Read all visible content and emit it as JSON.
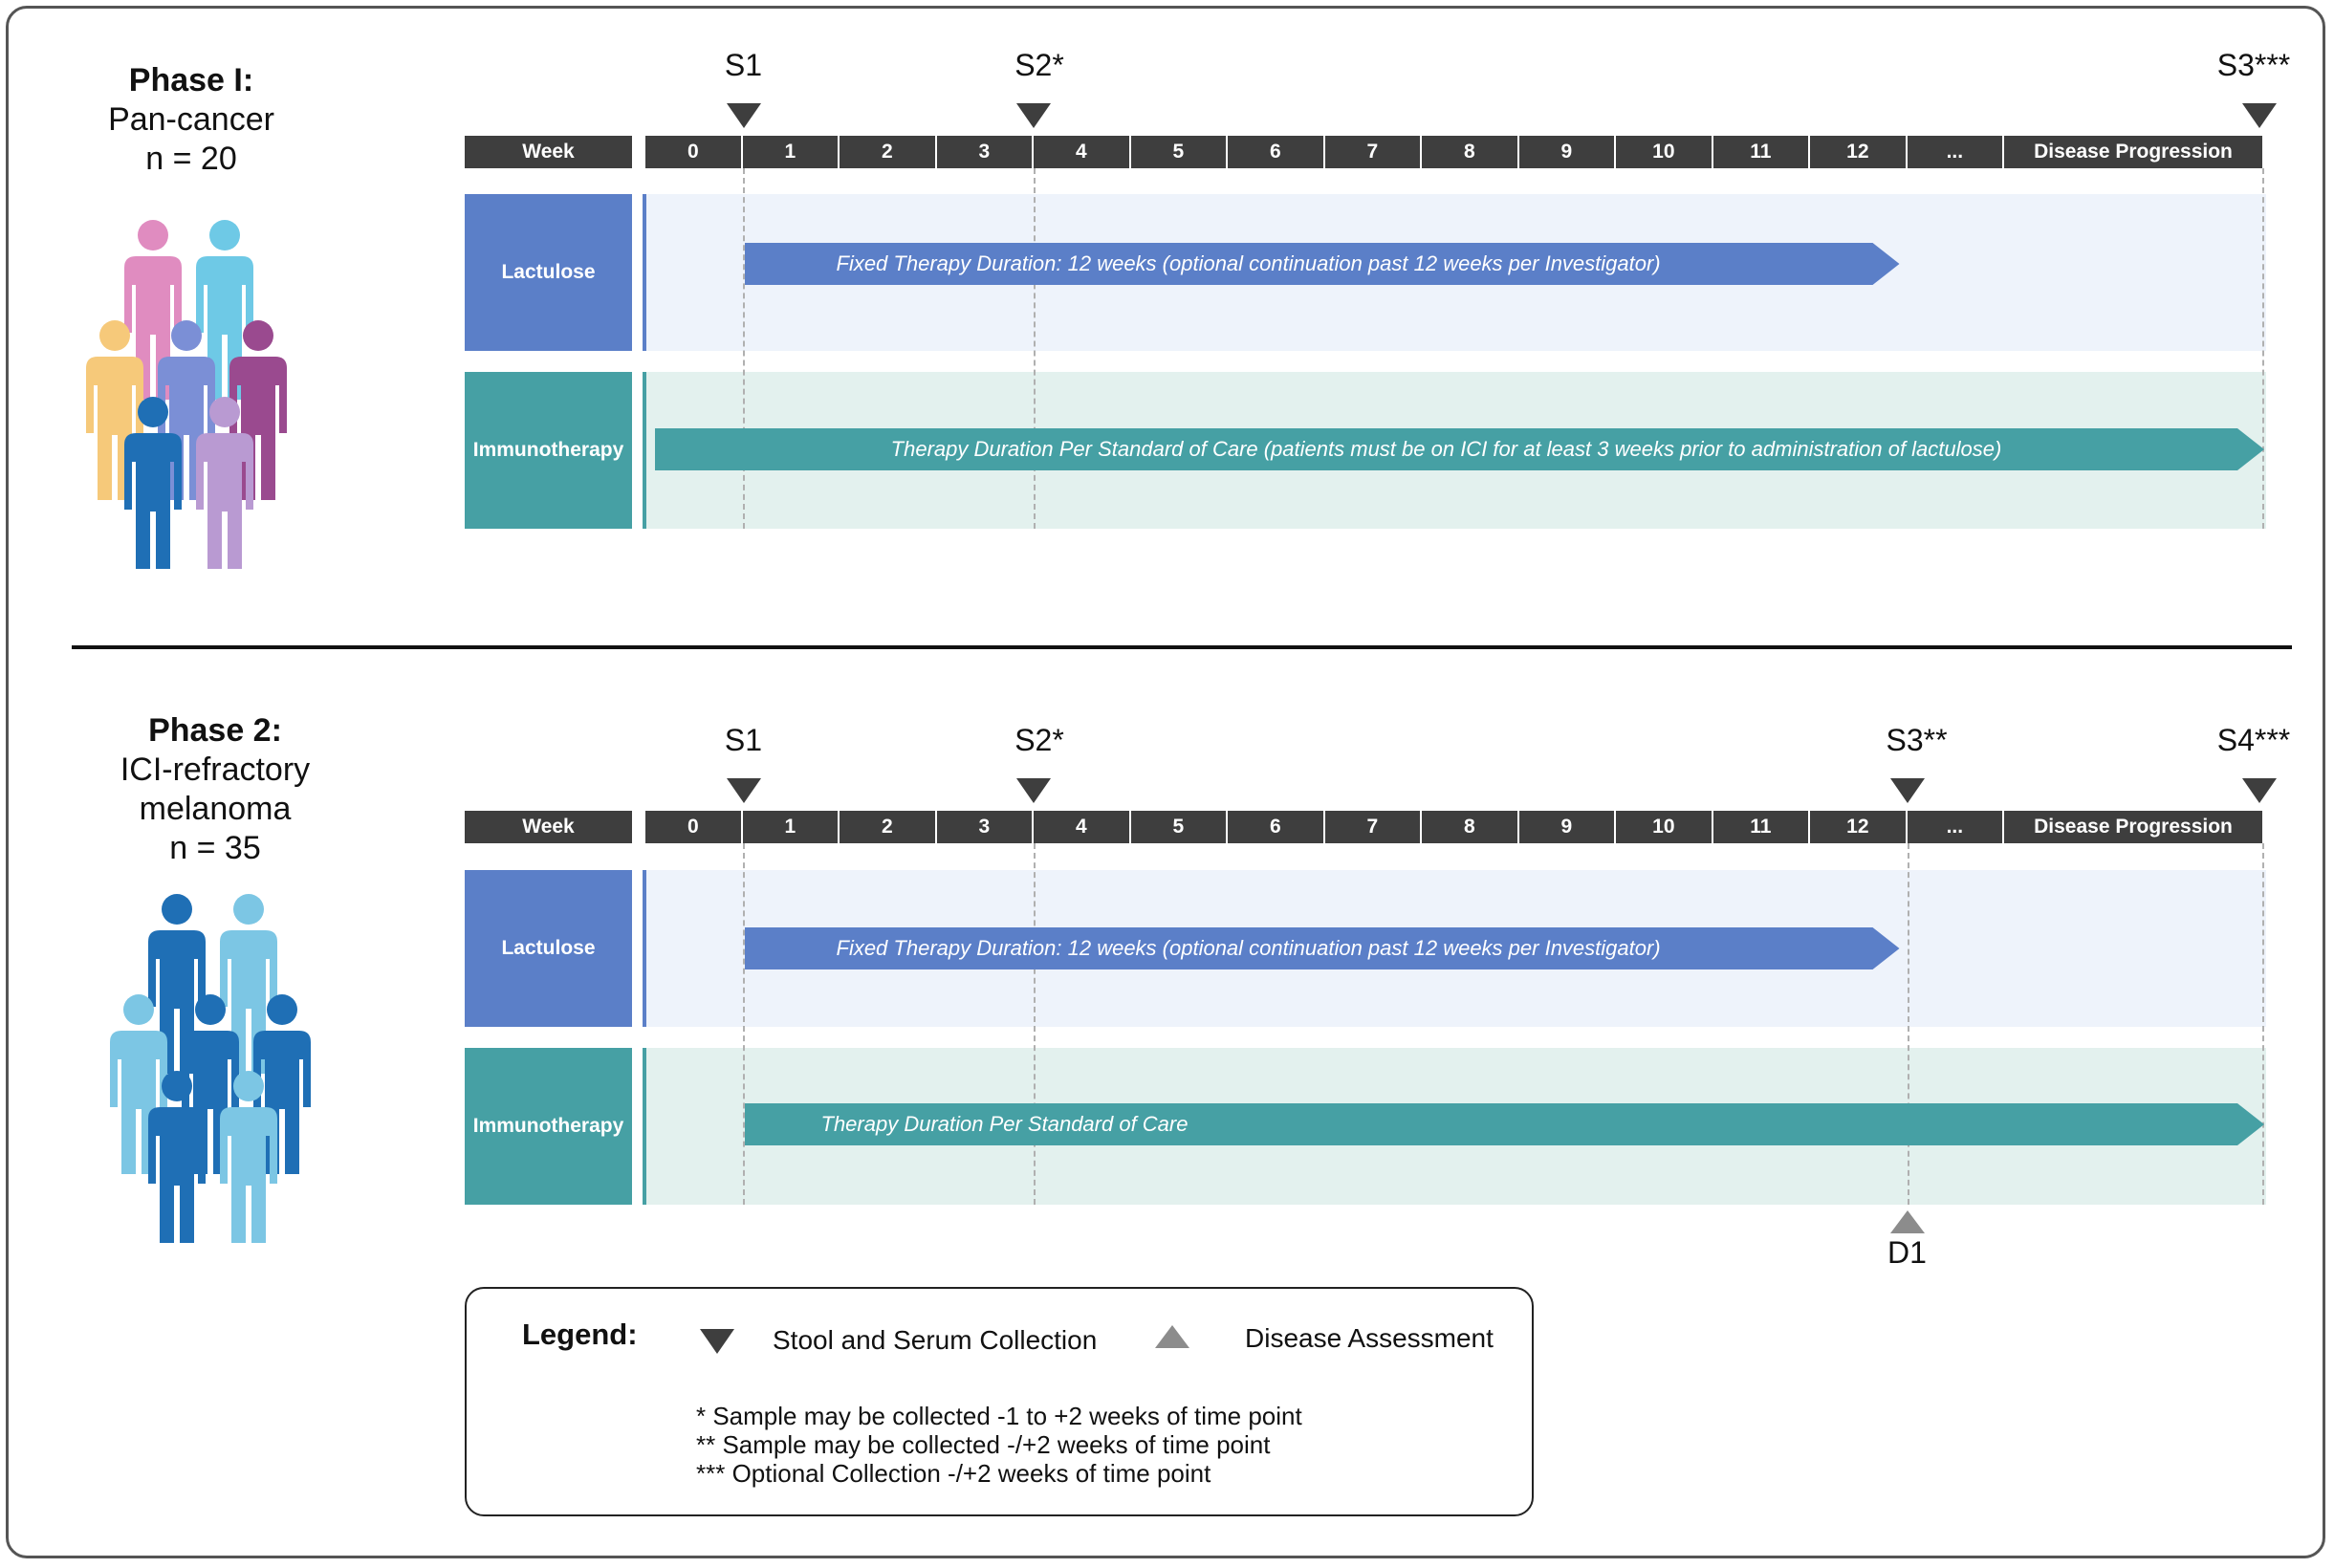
{
  "phase1": {
    "title": "Phase I:",
    "subtitle_lines": [
      "Pan-cancer",
      "n = 20"
    ],
    "markers": [
      {
        "label": "S1",
        "week": 1
      },
      {
        "label": "S2*",
        "week": 4
      },
      {
        "label": "S3***",
        "week": "Disease Progression"
      }
    ],
    "lactulose_label": "Lactulose",
    "lactulose_bar": "Fixed Therapy Duration: 12 weeks (optional continuation past 12 weeks per Investigator)",
    "immuno_label": "Immunotherapy",
    "immuno_bar": "Therapy Duration Per Standard of Care (patients must be on ICI for at least 3 weeks prior to administration of lactulose)",
    "people_colors": [
      "#e08cc0",
      "#6ec9e6",
      "#f6c97a",
      "#7b8fd6",
      "#9a4a8f",
      "#1f6fb5",
      "#b99ad2"
    ]
  },
  "phase2": {
    "title": "Phase 2:",
    "subtitle_lines": [
      "ICI-refractory",
      "melanoma",
      "n = 35"
    ],
    "markers": [
      {
        "label": "S1",
        "week": 1
      },
      {
        "label": "S2*",
        "week": 4
      },
      {
        "label": "S3**",
        "week": "..."
      },
      {
        "label": "S4***",
        "week": "Disease Progression"
      }
    ],
    "assessment": {
      "label": "D1"
    },
    "lactulose_label": "Lactulose",
    "lactulose_bar": "Fixed Therapy Duration: 12 weeks (optional continuation past 12 weeks per Investigator)",
    "immuno_label": "Immunotherapy",
    "immuno_bar": "Therapy Duration Per Standard of Care",
    "people_colors": [
      "#1f6fb5",
      "#7cc6e4",
      "#7cc6e4",
      "#1f6fb5",
      "#1f6fb5",
      "#1f6fb5",
      "#7cc6e4"
    ]
  },
  "timeline": {
    "week_label": "Week",
    "weeks": [
      "0",
      "1",
      "2",
      "3",
      "4",
      "5",
      "6",
      "7",
      "8",
      "9",
      "10",
      "11",
      "12",
      "...",
      "Disease Progression"
    ]
  },
  "legend": {
    "title": "Legend:",
    "collection": "Stool and Serum Collection",
    "assessment": "Disease Assessment",
    "notes": [
      "* Sample may be collected -1 to +2 weeks of time point",
      "** Sample may be collected -/+2 weeks of time point",
      "*** Optional Collection -/+2 weeks of time point"
    ]
  },
  "colors": {
    "header": "#3e3e3e",
    "lactulose": "#5b7fc8",
    "lactulose_bg": "#eef3fb",
    "immuno": "#46a0a4",
    "immuno_bg": "#e3f1ee",
    "triangle_down": "#3e3e3e",
    "triangle_up": "#8c8c8c"
  }
}
